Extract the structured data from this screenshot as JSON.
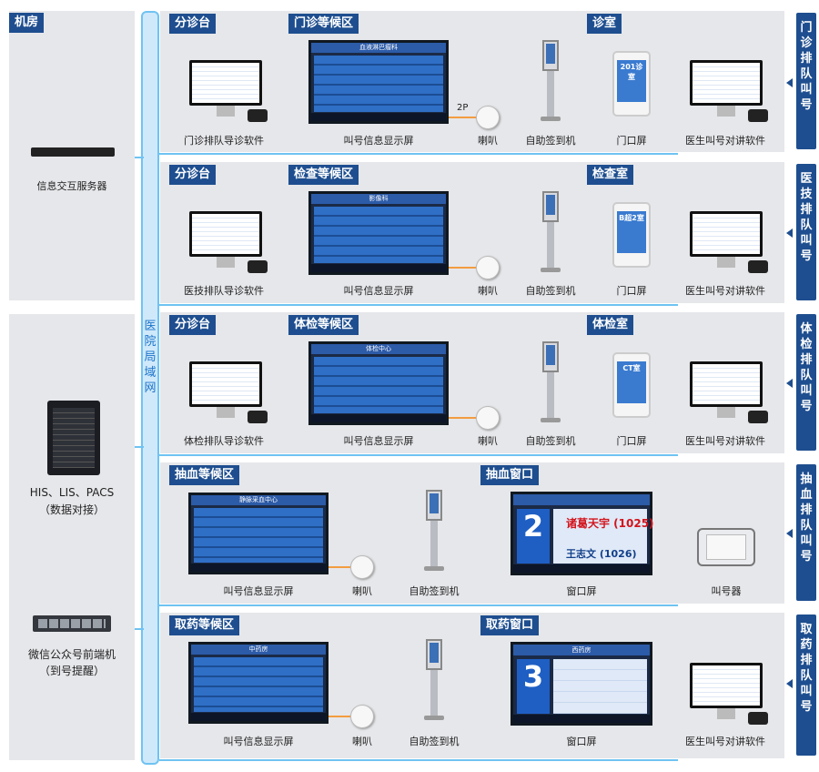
{
  "left": {
    "jifang_tag": "机房",
    "server_caption": "信息交互服务器",
    "his_caption_1": "HIS、LIS、PACS",
    "his_caption_2": "（数据对接）",
    "wechat_caption_1": "微信公众号前端机",
    "wechat_caption_2": "（到号提醒）"
  },
  "network": {
    "label": [
      "医",
      "院",
      "局",
      "域",
      "网"
    ]
  },
  "rows": [
    {
      "tags": [
        "分诊台",
        "门诊等候区",
        "诊室"
      ],
      "captions": [
        "门诊排队导诊软件",
        "叫号信息显示屏",
        "喇叭",
        "自助签到机",
        "门口屏",
        "医生叫号对讲软件"
      ],
      "screen_header": "血液淋巴瘤科",
      "wire_label": "2P",
      "side": [
        "门",
        "诊",
        "排",
        "队",
        "叫",
        "号"
      ],
      "door_title": "201诊室"
    },
    {
      "tags": [
        "分诊台",
        "检查等候区",
        "检查室"
      ],
      "captions": [
        "医技排队导诊软件",
        "叫号信息显示屏",
        "喇叭",
        "自助签到机",
        "门口屏",
        "医生叫号对讲软件"
      ],
      "screen_header": "影像科",
      "side": [
        "医",
        "技",
        "排",
        "队",
        "叫",
        "号"
      ],
      "door_title": "B超2室"
    },
    {
      "tags": [
        "分诊台",
        "体检等候区",
        "体检室"
      ],
      "captions": [
        "体检排队导诊软件",
        "叫号信息显示屏",
        "喇叭",
        "自助签到机",
        "门口屏",
        "医生叫号对讲软件"
      ],
      "screen_header": "体检中心",
      "side": [
        "体",
        "检",
        "排",
        "队",
        "叫",
        "号"
      ],
      "door_title": "CT室"
    },
    {
      "tags": [
        "抽血等候区",
        "抽血窗口"
      ],
      "captions": [
        "叫号信息显示屏",
        "喇叭",
        "自助签到机",
        "窗口屏",
        "叫号器"
      ],
      "screen_header": "静脉采血中心",
      "window_number": "2",
      "window_current": "诸葛天宇 (1025)",
      "window_next": "王志文 (1026)",
      "side": [
        "抽",
        "血",
        "排",
        "队",
        "叫",
        "号"
      ]
    },
    {
      "tags": [
        "取药等候区",
        "取药窗口"
      ],
      "captions": [
        "叫号信息显示屏",
        "喇叭",
        "自助签到机",
        "窗口屏",
        "医生叫号对讲软件"
      ],
      "screen_header": "中药房",
      "window_header": "西药房",
      "window_number": "3",
      "side": [
        "取",
        "药",
        "排",
        "队",
        "叫",
        "号"
      ]
    }
  ],
  "colors": {
    "tag_bg": "#1e4e8f",
    "network_line": "#6fc3f2",
    "speaker_wire": "#f39c3f",
    "panel_bg": "#e6e7ea"
  }
}
